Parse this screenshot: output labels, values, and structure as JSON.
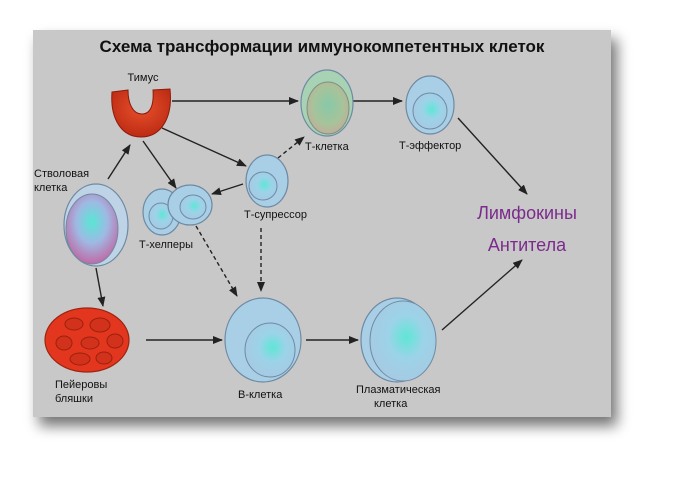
{
  "title": "Схема трансформации иммунокомпетентных клеток",
  "nodes": {
    "thymus": "Тимус",
    "stem_cell_line1": "Стволовая",
    "stem_cell_line2": "клетка",
    "t_helpers": "Т-хелперы",
    "t_suppressor": "Т-супрессор",
    "t_cell": "Т-клетка",
    "t_effector": "Т-эффектор",
    "peyer_line1": "Пейеровы",
    "peyer_line2": "бляшки",
    "b_cell": "В-клетка",
    "plasma_line1": "Плазматическая",
    "plasma_line2": "клетка"
  },
  "outputs": {
    "lymphokines": "Лимфокины",
    "antibodies": "Антитела"
  },
  "colors": {
    "panel": "#c8c8c8",
    "thymus": "#d0391d",
    "peyer": "#e3361f",
    "cell_outline": "#6e8aa3",
    "cell_fill": "#a9cfe6",
    "cell_core": "#6fe0d8",
    "output_text": "#7b2b8c",
    "arrow": "#222222"
  }
}
